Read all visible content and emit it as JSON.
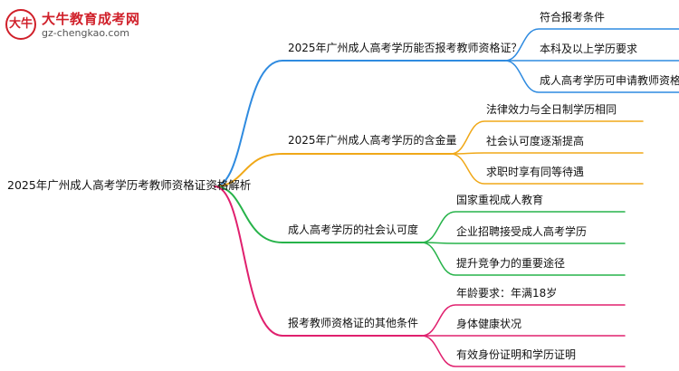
{
  "logo": {
    "badge": "大牛",
    "title": "大牛教育成考网",
    "url": "gz-chengkao.com"
  },
  "mindmap": {
    "root": "2025年广州成人高考学历考教师资格证资格解析",
    "branches": [
      {
        "label": "2025年广州成人高考学历能否报考教师资格证？",
        "color": "#2f8be0",
        "children": [
          "符合报考条件",
          "本科及以上学历要求",
          "成人高考学历可申请教师资格证"
        ]
      },
      {
        "label": "2025年广州成人高考学历的含金量",
        "color": "#f0a818",
        "children": [
          "法律效力与全日制学历相同",
          "社会认可度逐渐提高",
          "求职时享有同等待遇"
        ]
      },
      {
        "label": "成人高考学历的社会认可度",
        "color": "#27b34a",
        "children": [
          "国家重视成人教育",
          "企业招聘接受成人高考学历",
          "提升竞争力的重要途径"
        ]
      },
      {
        "label": "报考教师资格证的其他条件",
        "color": "#e0206e",
        "children": [
          "年龄要求：年满18岁",
          "身体健康状况",
          "有效身份证明和学历证明"
        ]
      }
    ]
  }
}
